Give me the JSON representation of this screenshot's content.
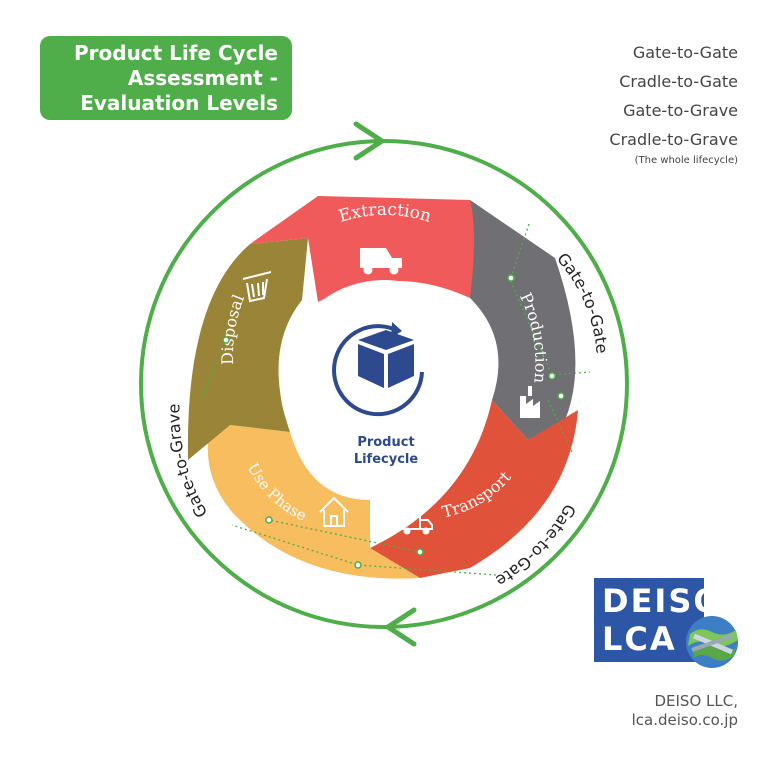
{
  "title": {
    "line1": "Product Life Cycle",
    "line2": "Assessment -",
    "line3": "Evaluation Levels"
  },
  "legend": {
    "items": [
      "Gate-to-Gate",
      "Cradle-to-Gate",
      "Gate-to-Grave",
      "Cradle-to-Grave"
    ],
    "note": "(The whole lifecycle)"
  },
  "center": {
    "line1": "Product",
    "line2": "Lifecycle",
    "icon": "box-cycle-icon"
  },
  "stages": [
    {
      "label": "Extraction",
      "color": "#f05a5a",
      "icon": "mining-truck-icon"
    },
    {
      "label": "Production",
      "color": "#6f6f74",
      "icon": "factory-icon"
    },
    {
      "label": "Transport",
      "color": "#e0523a",
      "icon": "delivery-truck-icon"
    },
    {
      "label": "Use Phase",
      "color": "#f7bd5e",
      "icon": "house-icon"
    },
    {
      "label": "Disposal",
      "color": "#9a8437",
      "icon": "trash-icon"
    }
  ],
  "arc_labels": {
    "gate_to_gate_production": "Gate-to-Gate",
    "gate_to_gate_transport": "Gate-to-Gate",
    "gate_to_grave": "Gate-to-Grave"
  },
  "colors": {
    "green": "#4fae4a",
    "dark_blue": "#2d4a8f",
    "logo_blue": "#2d56a6"
  },
  "logo": {
    "line1": "DEISO",
    "line2": "LCA"
  },
  "company": {
    "name": "DEISO LLC,",
    "url": "lca.deiso.co.jp"
  }
}
